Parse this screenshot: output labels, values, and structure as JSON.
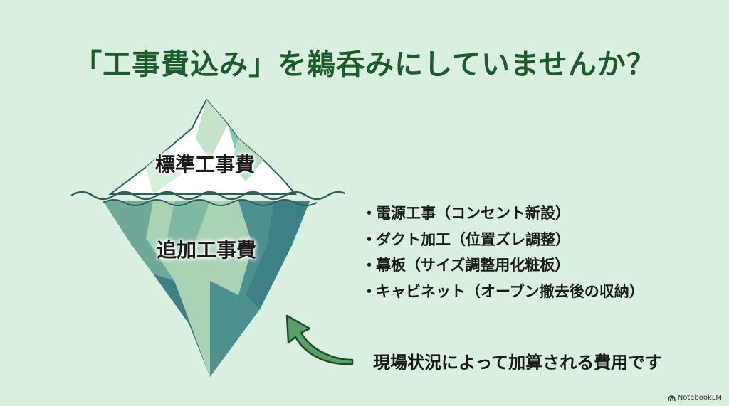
{
  "title": "「工事費込み」を鵜呑みにしていませんか？",
  "iceberg": {
    "top_label": "標準工事費",
    "bottom_label": "追加工事費"
  },
  "bullets": [
    {
      "marker": "・",
      "text": "電源工事（コンセント新設）"
    },
    {
      "marker": "・",
      "text": "ダクト加工（位置ズレ調整）"
    },
    {
      "marker": "・",
      "text": "幕板（サイズ調整用化粧板）"
    },
    {
      "marker": "・",
      "text": "キャビネット（オーブン撤去後の収納）"
    }
  ],
  "caption": "現場状況によって加算される費用です",
  "brand": {
    "icon": "notebooklm-logo-icon",
    "label": "NotebookLM"
  },
  "colors": {
    "background": "#d9efe0",
    "title": "#1d5a2c",
    "arrow": "#5a9e6a",
    "ice_dark": "#3f7f86",
    "ice_light": "#b5dcbc"
  }
}
